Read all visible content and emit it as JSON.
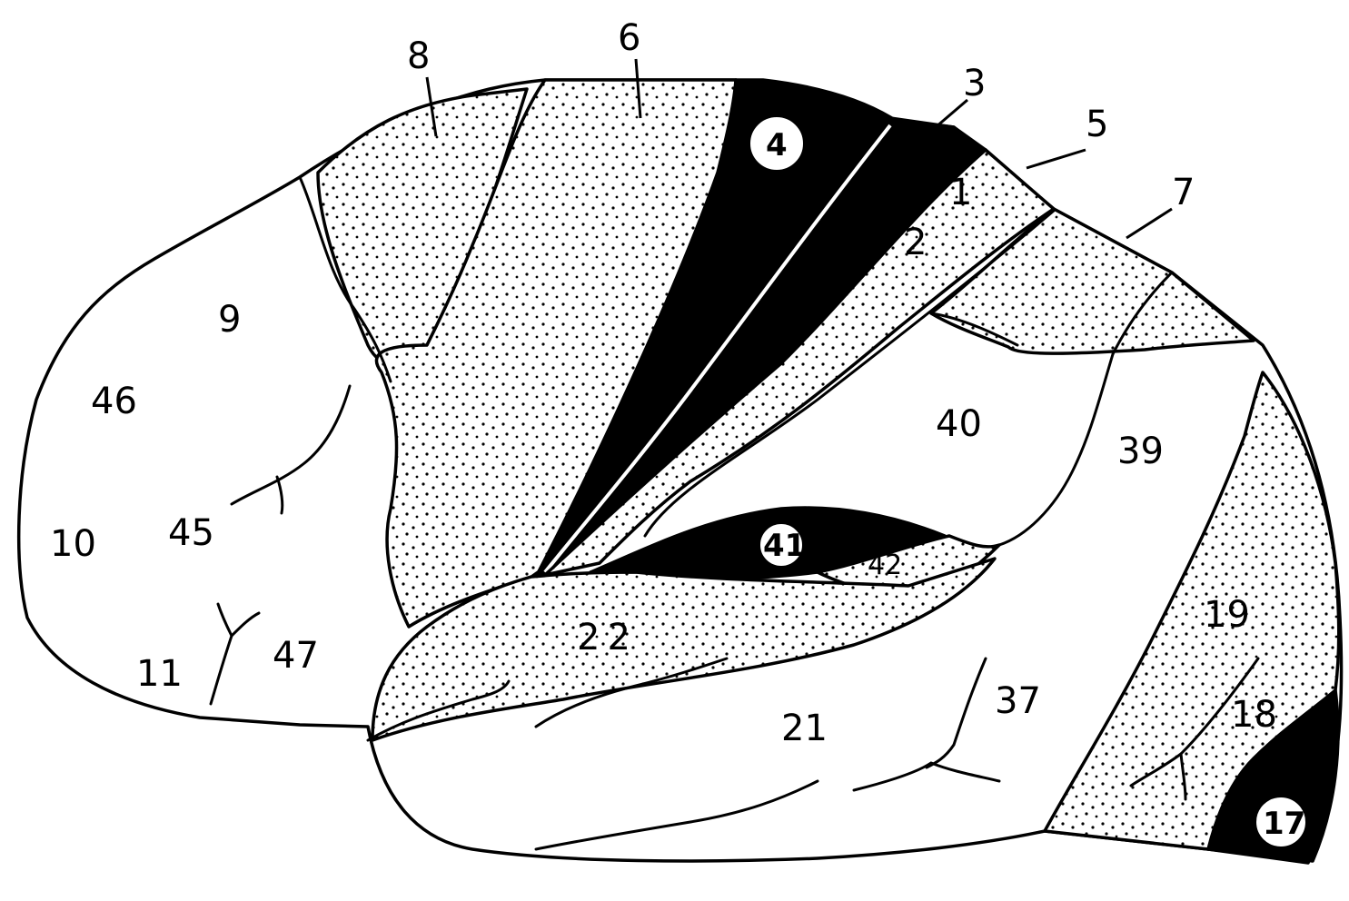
{
  "diagram": {
    "colors": {
      "line": "#000000",
      "background": "#ffffff",
      "primary_fill": "#000000",
      "association_stipple": "#000000"
    },
    "area_labels": {
      "a1": "1",
      "a2": "2",
      "a3": "3",
      "a4": "4",
      "a5": "5",
      "a6": "6",
      "a7": "7",
      "a8": "8",
      "a9": "9",
      "a10": "10",
      "a11": "11",
      "a17": "17",
      "a18": "18",
      "a19": "19",
      "a21": "21",
      "a22": "22",
      "a37": "37",
      "a39": "39",
      "a40": "40",
      "a41": "41",
      "a42": "42",
      "a45": "45",
      "a46": "46",
      "a47": "47"
    }
  }
}
